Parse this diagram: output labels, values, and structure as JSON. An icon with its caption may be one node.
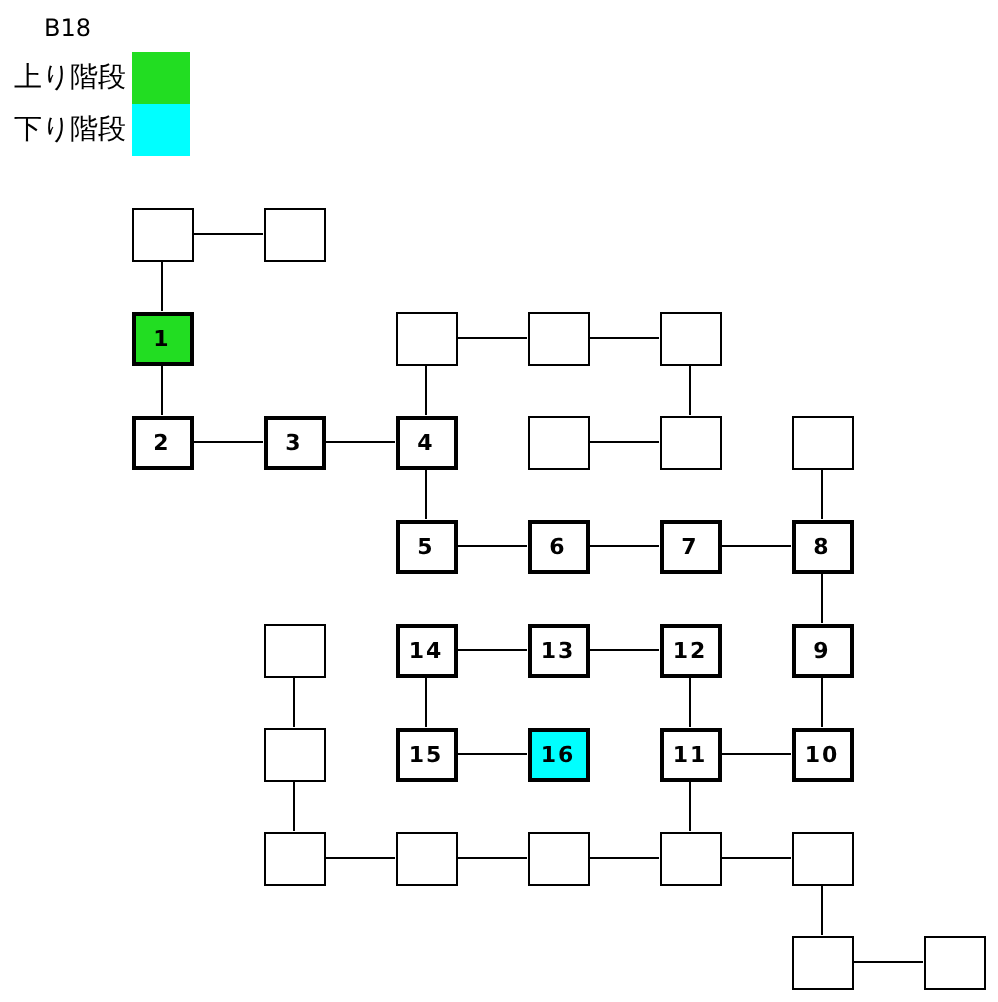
{
  "diagram": {
    "title": "B18",
    "nodes": [
      {
        "text": [],
        "shape": "box"
      },
      {
        "text": [],
        "shape": "box"
      },
      {
        "text": [
          "1"
        ]
      },
      {
        "text": [],
        "shape": "box"
      },
      {
        "text": [],
        "shape": "box"
      },
      {
        "text": [],
        "shape": "box"
      },
      {
        "text": [
          "2"
        ]
      },
      {
        "text": [
          "3"
        ]
      },
      {
        "text": [
          "4"
        ]
      },
      {
        "text": [],
        "shape": "box"
      },
      {
        "text": [],
        "shape": "box"
      },
      {
        "text": [],
        "shape": "box"
      },
      {
        "text": [
          "5"
        ]
      },
      {
        "text": [
          "6"
        ]
      },
      {
        "text": [
          "7"
        ]
      },
      {
        "text": [
          "8"
        ]
      },
      {
        "text": [],
        "shape": "box"
      },
      {
        "text": [
          "14"
        ]
      },
      {
        "text": [
          "13"
        ]
      },
      {
        "text": [
          "12"
        ]
      },
      {
        "text": [
          "9"
        ]
      },
      {
        "text": [],
        "shape": "box"
      },
      {
        "text": [
          "15"
        ]
      },
      {
        "text": [
          "16"
        ]
      },
      {
        "text": [
          "11"
        ]
      },
      {
        "text": [
          "10"
        ]
      },
      {
        "text": [],
        "shape": "box"
      },
      {
        "text": [],
        "shape": "box"
      },
      {
        "text": [],
        "shape": "box"
      },
      {
        "text": [],
        "shape": "box"
      },
      {
        "text": [],
        "shape": "box"
      },
      {
        "text": [],
        "shape": "box"
      },
      {
        "text": [],
        "shape": "box"
      }
    ],
    "edges": [
      {
        "from": 0,
        "to": 1,
        "arrow": "none"
      },
      {
        "from": 0,
        "to": 2,
        "arrow": "none"
      },
      {
        "from": 3,
        "to": 4,
        "arrow": "none"
      },
      {
        "from": 4,
        "to": 5,
        "arrow": "none"
      },
      {
        "from": 2,
        "to": 6,
        "arrow": "none"
      },
      {
        "from": 3,
        "to": 8,
        "arrow": "none"
      },
      {
        "from": 5,
        "to": 10,
        "arrow": "none"
      },
      {
        "from": 6,
        "to": 7,
        "arrow": "none"
      },
      {
        "from": 7,
        "to": 8,
        "arrow": "none"
      },
      {
        "from": 9,
        "to": 10,
        "arrow": "none"
      },
      {
        "from": 8,
        "to": 12,
        "arrow": "none"
      },
      {
        "from": 11,
        "to": 15,
        "arrow": "none"
      },
      {
        "from": 12,
        "to": 13,
        "arrow": "none"
      },
      {
        "from": 13,
        "to": 14,
        "arrow": "none"
      },
      {
        "from": 14,
        "to": 15,
        "arrow": "none"
      },
      {
        "from": 15,
        "to": 20,
        "arrow": "none"
      },
      {
        "from": 17,
        "to": 18,
        "arrow": "none"
      },
      {
        "from": 18,
        "to": 19,
        "arrow": "none"
      },
      {
        "from": 16,
        "to": 21,
        "arrow": "none"
      },
      {
        "from": 17,
        "to": 22,
        "arrow": "none"
      },
      {
        "from": 19,
        "to": 24,
        "arrow": "none"
      },
      {
        "from": 20,
        "to": 25,
        "arrow": "none"
      },
      {
        "from": 22,
        "to": 23,
        "arrow": "none"
      },
      {
        "from": 24,
        "to": 25,
        "arrow": "none"
      },
      {
        "from": 21,
        "to": 26,
        "arrow": "none"
      },
      {
        "from": 24,
        "to": 29,
        "arrow": "none"
      },
      {
        "from": 26,
        "to": 27,
        "arrow": "none"
      },
      {
        "from": 27,
        "to": 28,
        "arrow": "none"
      },
      {
        "from": 28,
        "to": 29,
        "arrow": "none"
      },
      {
        "from": 29,
        "to": 30,
        "arrow": "none"
      },
      {
        "from": 30,
        "to": 31,
        "arrow": "none"
      },
      {
        "from": 31,
        "to": 32,
        "arrow": "none"
      }
    ],
    "legend": [
      {
        "text": "上り階段",
        "color": "#22dd22"
      },
      {
        "text": "下り階段",
        "color": "#00ffff"
      }
    ]
  }
}
